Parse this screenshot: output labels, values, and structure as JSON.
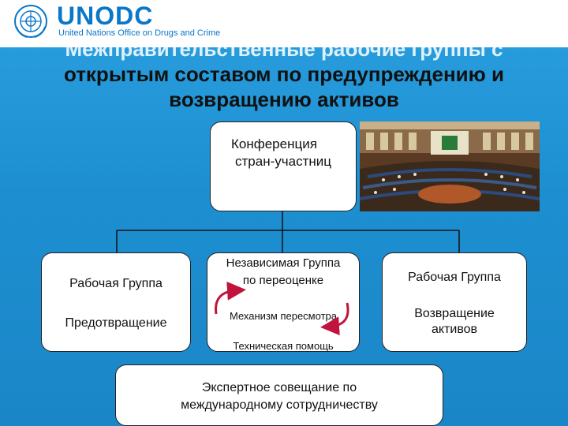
{
  "header": {
    "logo_name": "UNODC",
    "logo_subtitle": "United Nations Office on Drugs and Crime"
  },
  "slide": {
    "title_line1": "Межправительственные рабочие группы с",
    "title_line2": "открытым составом по предупреждению и",
    "title_line3": "возвращению активов"
  },
  "diagram": {
    "top_box_line1": "Конференция",
    "top_box_line2": "стран-участниц",
    "left_box_line1": "Рабочая Группа",
    "left_box_line2": "Предотвращение",
    "center_box_line1": "Независимая Группа",
    "center_box_line2": "по переоценке",
    "center_box_line3": "Механизм пересмотра",
    "center_box_line4": "Техническая помощь",
    "right_box_line1": "Рабочая Группа",
    "right_box_line2": "Возвращение",
    "right_box_line3": "активов",
    "bottom_box_line1": "Экспертное совещание по",
    "bottom_box_line2": "международному сотрудничеству"
  },
  "colors": {
    "background": "#1d8fd0",
    "logo": "#0a77c9",
    "arrow": "#c0143c"
  }
}
